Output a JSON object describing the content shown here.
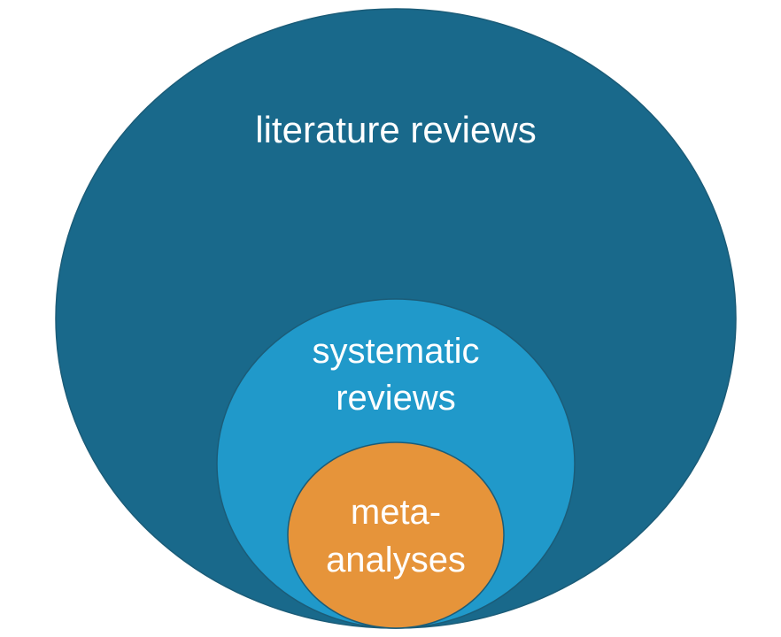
{
  "diagram": {
    "outer": {
      "label": "literature reviews",
      "color": "#19698B"
    },
    "middle": {
      "label_line1": "systematic",
      "label_line2": "reviews",
      "color": "#2099CA"
    },
    "inner": {
      "label_line1": "meta-",
      "label_line2": "analyses",
      "color": "#E6943A"
    },
    "stroke_color": "#1B5C78"
  }
}
